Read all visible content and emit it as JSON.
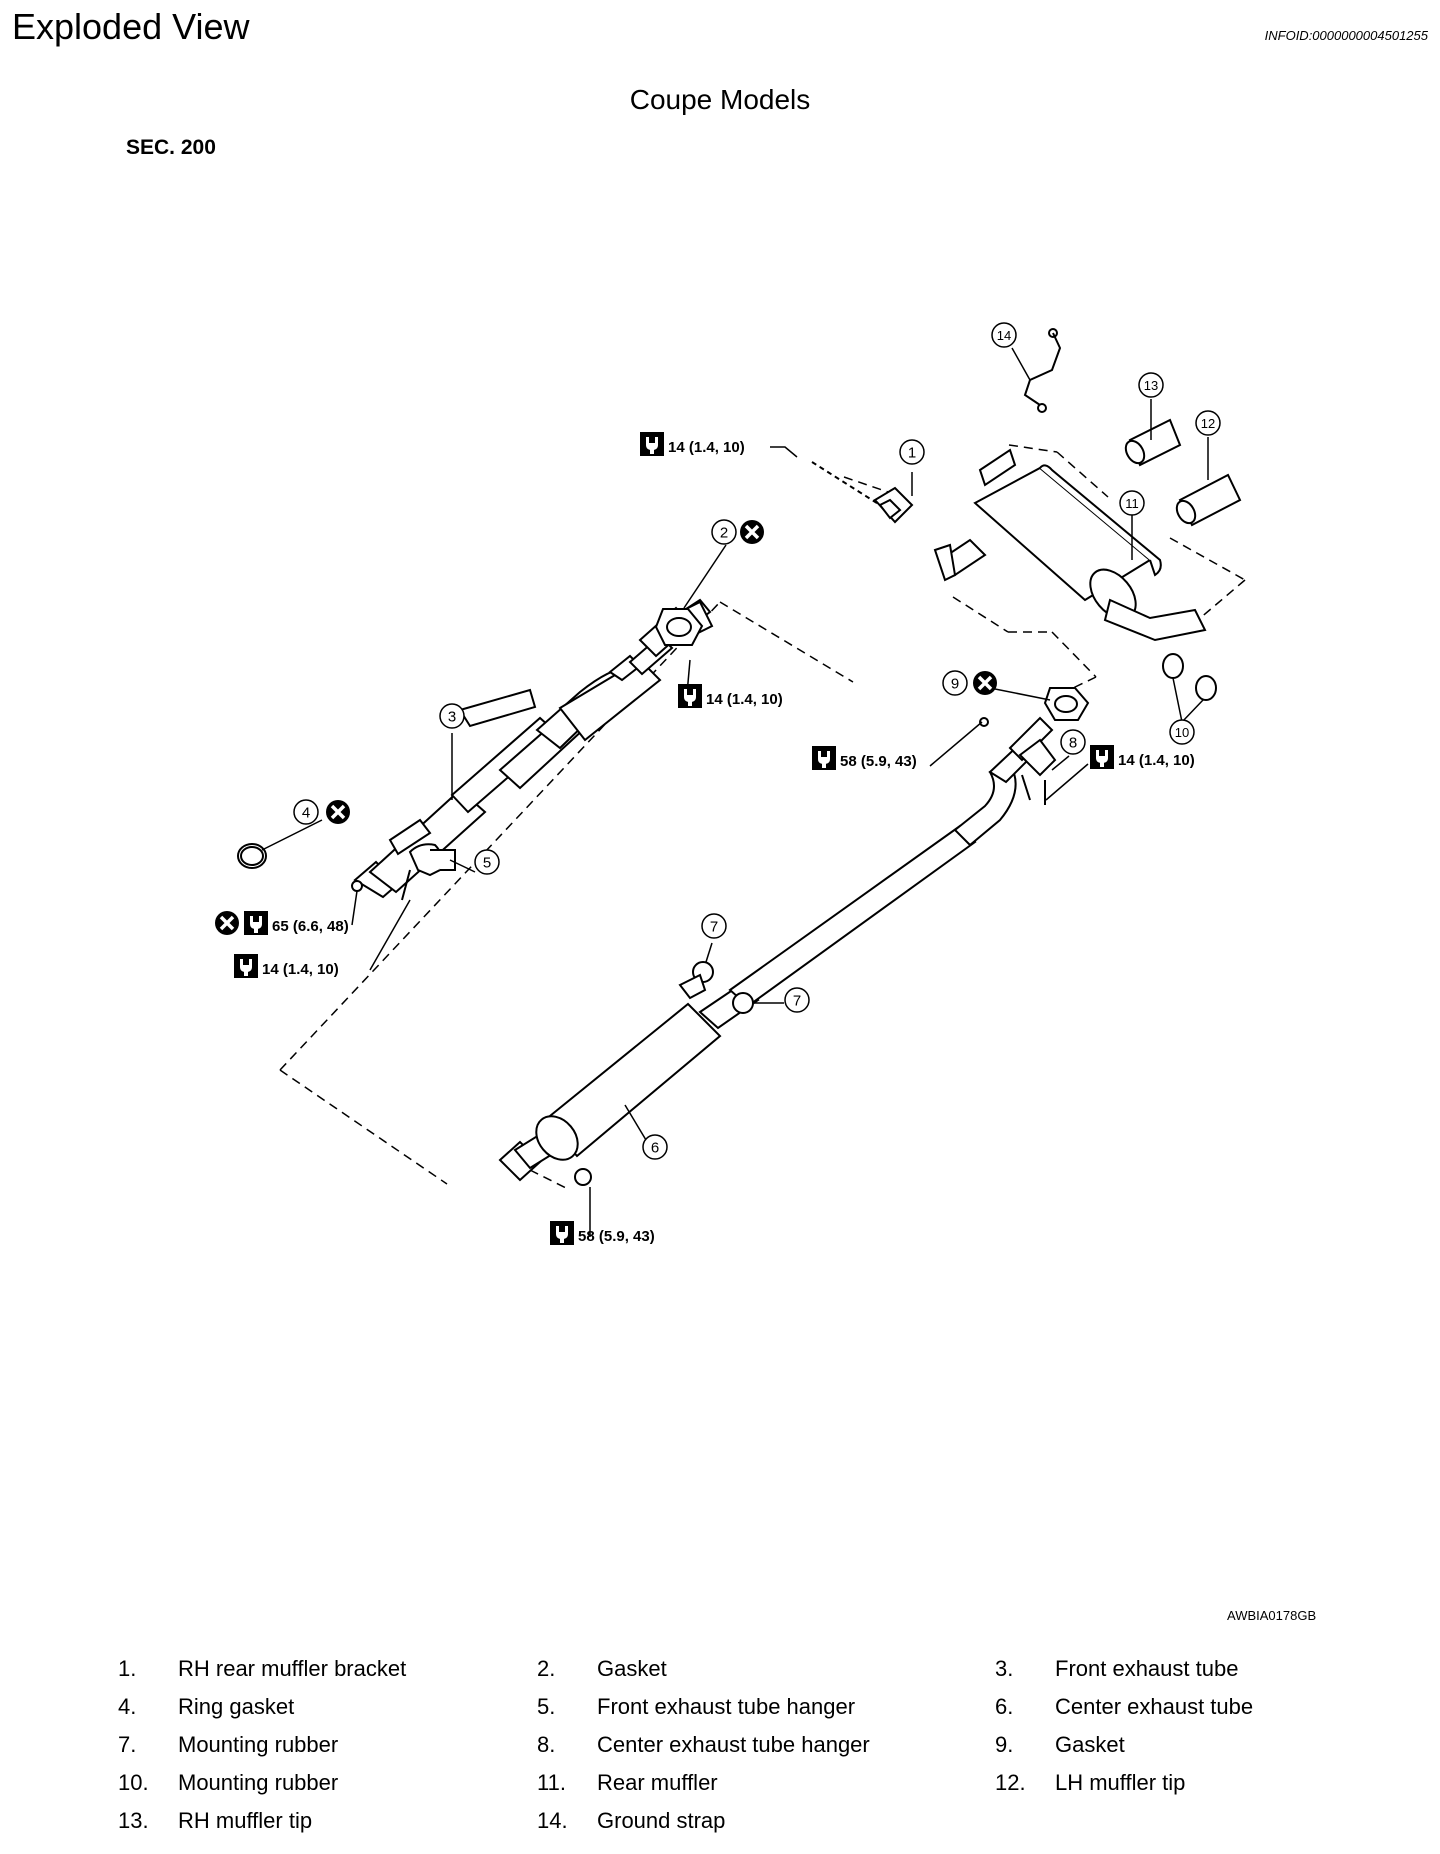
{
  "header": {
    "title": "Exploded View",
    "info_id": "INFOID:0000000004501255"
  },
  "diagram": {
    "subtitle": "Coupe Models",
    "section": "SEC. 200",
    "figure_code": "AWBIA0178GB",
    "callouts": [
      "1",
      "2",
      "3",
      "4",
      "5",
      "6",
      "7",
      "7",
      "8",
      "9",
      "10",
      "11",
      "12",
      "13",
      "14"
    ],
    "torques": {
      "t1": "14 (1.4, 10)",
      "t2": "14 (1.4, 10)",
      "t3": "65 (6.6, 48)",
      "t4": "14 (1.4, 10)",
      "t5": "58 (5.9, 43)",
      "t6": "14 (1.4, 10)",
      "t7": "58 (5.9, 43)"
    }
  },
  "legend": [
    {
      "num": "1.",
      "label": "RH rear muffler bracket"
    },
    {
      "num": "2.",
      "label": "Gasket"
    },
    {
      "num": "3.",
      "label": "Front exhaust tube"
    },
    {
      "num": "4.",
      "label": "Ring gasket"
    },
    {
      "num": "5.",
      "label": "Front exhaust tube hanger"
    },
    {
      "num": "6.",
      "label": "Center exhaust tube"
    },
    {
      "num": "7.",
      "label": "Mounting rubber"
    },
    {
      "num": "8.",
      "label": "Center exhaust tube hanger"
    },
    {
      "num": "9.",
      "label": "Gasket"
    },
    {
      "num": "10.",
      "label": "Mounting rubber"
    },
    {
      "num": "11.",
      "label": "Rear muffler"
    },
    {
      "num": "12.",
      "label": "LH muffler tip"
    },
    {
      "num": "13.",
      "label": "RH muffler tip"
    },
    {
      "num": "14.",
      "label": "Ground strap"
    }
  ]
}
